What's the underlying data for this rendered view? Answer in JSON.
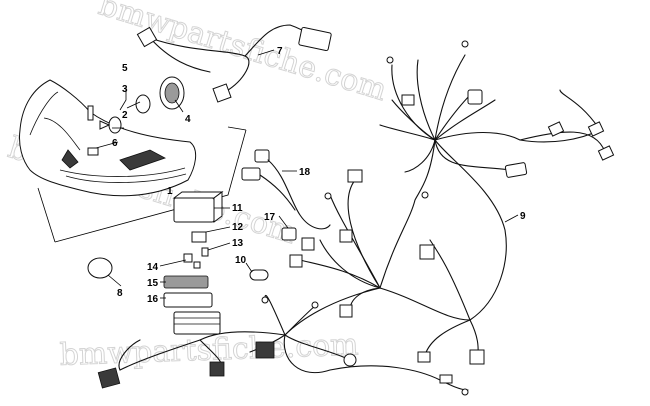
{
  "watermark": {
    "text_top": "bmwpartsfiche.com",
    "text_bottom": "bmwpartsfiche.com"
  },
  "callouts": [
    {
      "id": "c1",
      "label": "1"
    },
    {
      "id": "c2",
      "label": "2"
    },
    {
      "id": "c3",
      "label": "3"
    },
    {
      "id": "c4",
      "label": "4"
    },
    {
      "id": "c5",
      "label": "5"
    },
    {
      "id": "c6",
      "label": "6"
    },
    {
      "id": "c7",
      "label": "7"
    },
    {
      "id": "c8",
      "label": "8"
    },
    {
      "id": "c9",
      "label": "9"
    },
    {
      "id": "c10",
      "label": "10"
    },
    {
      "id": "c11",
      "label": "11"
    },
    {
      "id": "c12",
      "label": "12"
    },
    {
      "id": "c13",
      "label": "13"
    },
    {
      "id": "c14",
      "label": "14"
    },
    {
      "id": "c15",
      "label": "15"
    },
    {
      "id": "c16",
      "label": "16"
    },
    {
      "id": "c17",
      "label": "17"
    },
    {
      "id": "c18",
      "label": "18"
    }
  ]
}
